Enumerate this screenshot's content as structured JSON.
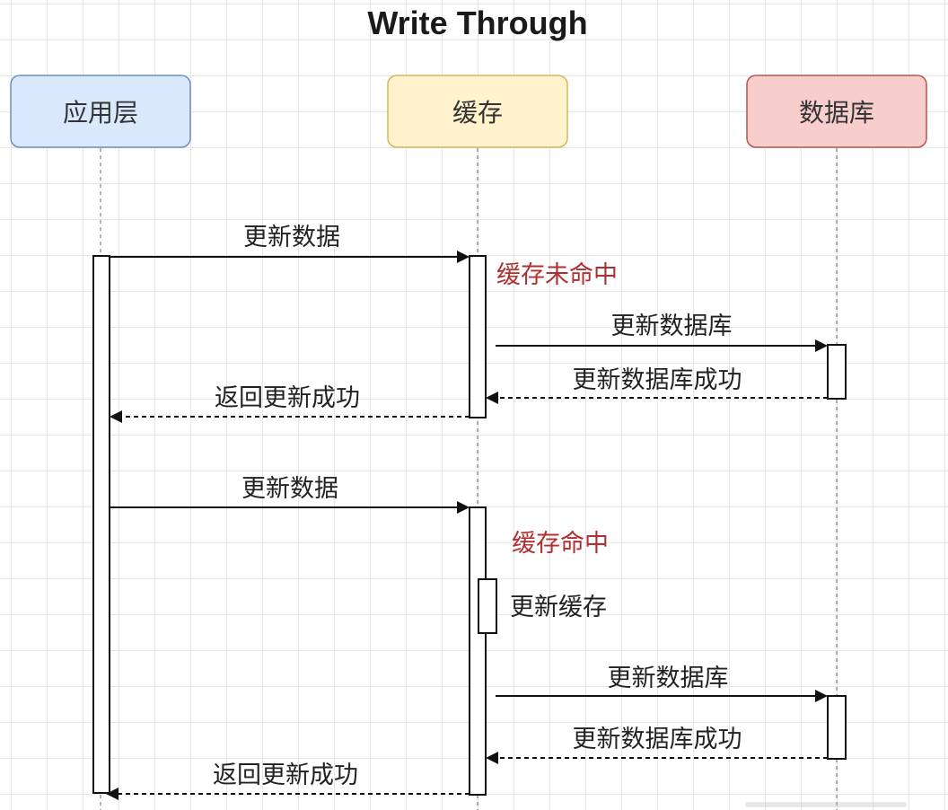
{
  "title": "Write Through",
  "participants": {
    "app": {
      "label": "应用层",
      "fill": "#dae8fc",
      "stroke": "#6c8ebf"
    },
    "cache": {
      "label": "缓存",
      "fill": "#fff2cc",
      "stroke": "#d6b656"
    },
    "db": {
      "label": "数据库",
      "fill": "#f8cecc",
      "stroke": "#b85450"
    }
  },
  "flow1": {
    "update_data": "更新数据",
    "cache_miss": "缓存未命中",
    "update_db": "更新数据库",
    "update_db_success": "更新数据库成功",
    "return_success": "返回更新成功"
  },
  "flow2": {
    "update_data": "更新数据",
    "cache_hit": "缓存命中",
    "update_cache": "更新缓存",
    "update_db": "更新数据库",
    "update_db_success": "更新数据库成功",
    "return_success": "返回更新成功"
  },
  "colors": {
    "note_text": "#b03030"
  }
}
